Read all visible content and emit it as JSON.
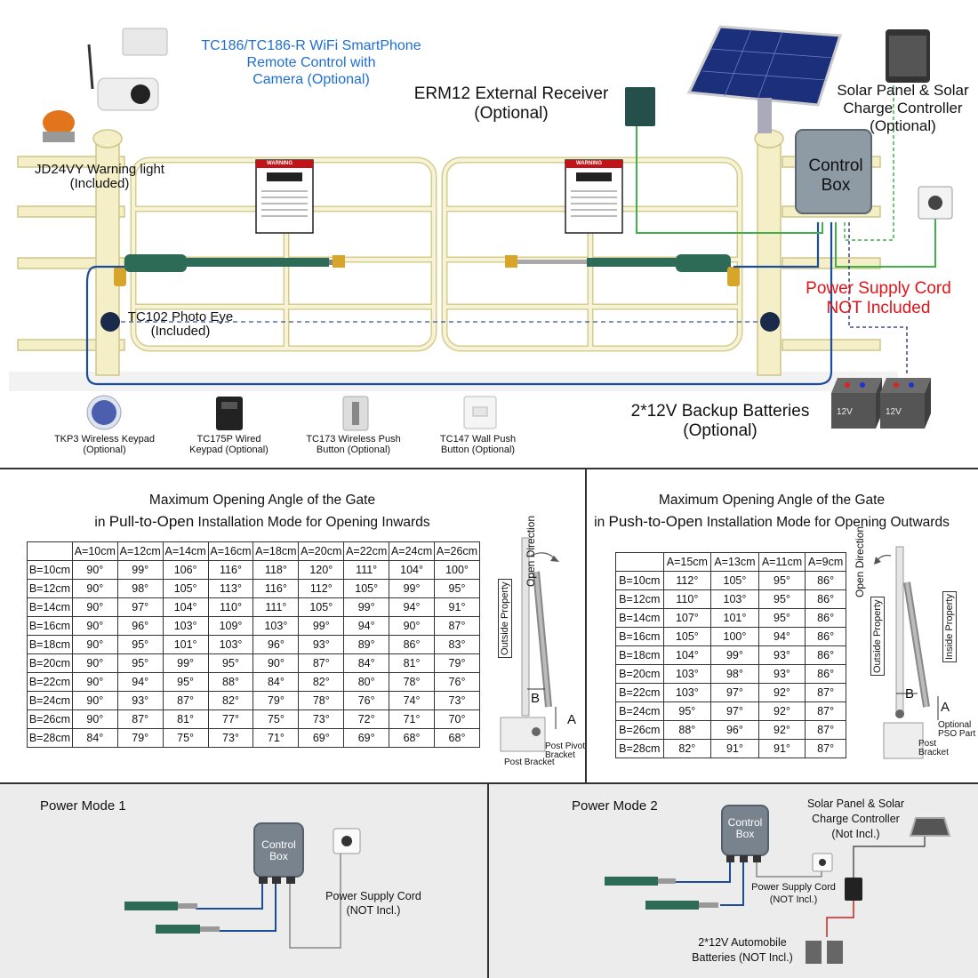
{
  "top": {
    "wifi_camera": "TC186/TC186-R WiFi SmartPhone Remote Control with Camera (Optional)",
    "wifi_camera_lines": [
      "TC186/TC186-R WiFi SmartPhone",
      "Remote Control with",
      "Camera (Optional)"
    ],
    "erm12_lines": [
      "ERM12 External Receiver",
      "(Optional)"
    ],
    "solar_lines": [
      "Solar Panel & Solar",
      "Charge Controller",
      "(Optional)"
    ],
    "warning_light_lines": [
      "JD24VY Warning light",
      "(Included)"
    ],
    "control_box_lines": [
      "Control",
      "Box"
    ],
    "power_cord_lines": [
      "Power Supply Cord",
      "NOT Included"
    ],
    "photo_eye_lines": [
      "TC102  Photo Eye",
      "(Included)"
    ],
    "batteries_lines": [
      "2*12V Backup Batteries",
      "(Optional)"
    ],
    "battery_label": "12V",
    "warning_sign": "WARNING",
    "accessories": [
      {
        "name": "TKP3 Wireless Keypad",
        "sub": "(Optional)"
      },
      {
        "name": "TC175P Wired",
        "sub": "Keypad (Optional)"
      },
      {
        "name": "TC173 Wireless Push",
        "sub": "Button (Optional)"
      },
      {
        "name": "TC147 Wall Push",
        "sub": "Button (Optional)"
      }
    ]
  },
  "pull_table": {
    "title_line1": "Maximum Opening Angle of the Gate",
    "title_pre": "in ",
    "title_mode": "Pull-to-Open",
    "title_post": " Installation Mode for Opening Inwards",
    "columns": [
      "",
      "A=10cm",
      "A=12cm",
      "A=14cm",
      "A=16cm",
      "A=18cm",
      "A=20cm",
      "A=22cm",
      "A=24cm",
      "A=26cm"
    ],
    "rows": [
      [
        "B=10cm",
        "90°",
        "99°",
        "106°",
        "116°",
        "118°",
        "120°",
        "111°",
        "104°",
        "100°"
      ],
      [
        "B=12cm",
        "90°",
        "98°",
        "105°",
        "113°",
        "116°",
        "112°",
        "105°",
        "99°",
        "95°"
      ],
      [
        "B=14cm",
        "90°",
        "97°",
        "104°",
        "110°",
        "111°",
        "105°",
        "99°",
        "94°",
        "91°"
      ],
      [
        "B=16cm",
        "90°",
        "96°",
        "103°",
        "109°",
        "103°",
        "99°",
        "94°",
        "90°",
        "87°"
      ],
      [
        "B=18cm",
        "90°",
        "95°",
        "101°",
        "103°",
        "96°",
        "93°",
        "89°",
        "86°",
        "83°"
      ],
      [
        "B=20cm",
        "90°",
        "95°",
        "99°",
        "95°",
        "90°",
        "87°",
        "84°",
        "81°",
        "79°"
      ],
      [
        "B=22cm",
        "90°",
        "94°",
        "95°",
        "88°",
        "84°",
        "82°",
        "80°",
        "78°",
        "76°"
      ],
      [
        "B=24cm",
        "90°",
        "93°",
        "87°",
        "82°",
        "79°",
        "78°",
        "76°",
        "74°",
        "73°"
      ],
      [
        "B=26cm",
        "90°",
        "87°",
        "81°",
        "77°",
        "75°",
        "73°",
        "72°",
        "71°",
        "70°"
      ],
      [
        "B=28cm",
        "84°",
        "79°",
        "75°",
        "73°",
        "71°",
        "69°",
        "69°",
        "68°",
        "68°"
      ]
    ],
    "diagram": {
      "open_direction": "Open Direction",
      "outside_property": "Outside Property",
      "label_a": "A",
      "label_b": "B",
      "post_pivot_bracket": [
        "Post Pivot",
        "Bracket"
      ],
      "post_bracket": "Post Bracket"
    }
  },
  "push_table": {
    "title_line1": "Maximum Opening Angle of the Gate",
    "title_pre": "in ",
    "title_mode": "Push-to-Open",
    "title_post": " Installation Mode for Opening Outwards",
    "columns": [
      "",
      "A=15cm",
      "A=13cm",
      "A=11cm",
      "A=9cm"
    ],
    "rows": [
      [
        "B=10cm",
        "112°",
        "105°",
        "95°",
        "86°"
      ],
      [
        "B=12cm",
        "110°",
        "103°",
        "95°",
        "86°"
      ],
      [
        "B=14cm",
        "107°",
        "101°",
        "95°",
        "86°"
      ],
      [
        "B=16cm",
        "105°",
        "100°",
        "94°",
        "86°"
      ],
      [
        "B=18cm",
        "104°",
        "99°",
        "93°",
        "86°"
      ],
      [
        "B=20cm",
        "103°",
        "98°",
        "93°",
        "86°"
      ],
      [
        "B=22cm",
        "103°",
        "97°",
        "92°",
        "87°"
      ],
      [
        "B=24cm",
        "95°",
        "97°",
        "92°",
        "87°"
      ],
      [
        "B=26cm",
        "88°",
        "96°",
        "92°",
        "87°"
      ],
      [
        "B=28cm",
        "82°",
        "91°",
        "91°",
        "87°"
      ]
    ],
    "diagram": {
      "open_direction": "Open Direction",
      "outside_property": "Outside Property",
      "inside_property": "Inside Property",
      "label_a": "A",
      "label_b": "B",
      "optional_pso": [
        "Optional",
        "PSO Part"
      ],
      "post_bracket": [
        "Post",
        "Bracket"
      ]
    }
  },
  "power_mode1": {
    "title": "Power Mode 1",
    "control_box": [
      "Control",
      "Box"
    ],
    "power_cord": [
      "Power Supply Cord",
      "(NOT Incl.)"
    ]
  },
  "power_mode2": {
    "title": "Power Mode 2",
    "control_box": [
      "Control",
      "Box"
    ],
    "solar": [
      "Solar Panel & Solar",
      "Charge Controller",
      "(Not Incl.)"
    ],
    "power_cord": [
      "Power Supply Cord",
      "(NOT Incl.)"
    ],
    "batteries": [
      "2*12V Automobile",
      "Batteries (NOT Incl.)"
    ]
  },
  "colors": {
    "text_blue": "#1e6fd0",
    "text_red": "#e0141a",
    "fence": "#f3eec4",
    "fence_stroke": "#d8cf8c",
    "actuator": "#2e6b57",
    "wire_blue": "#1b4d9c",
    "wire_green": "#42b04a",
    "section_gray": "#ececec"
  }
}
